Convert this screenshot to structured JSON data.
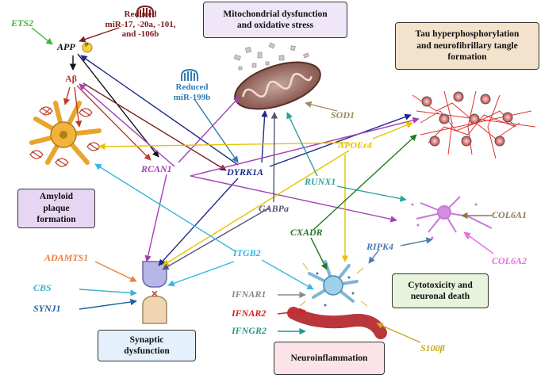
{
  "boxes": {
    "mito": "Mitochondrial dysfunction\nand oxidative stress",
    "tau": "Tau hyperphosphorylation\nand neurofibrillary tangle\nformation",
    "amyloid": "Amyloid\nplaque\nformation",
    "cyto": "Cytotoxicity and\nneuronal death",
    "synaptic": "Synaptic\ndysfunction",
    "neuro": "Neuroinflammation"
  },
  "mirnas": {
    "left": "Reduced\nmiR-17, -20a, -101,\nand -106b",
    "mid": "Reduced\nmiR-199b"
  },
  "genes": {
    "ets2": "ETS2",
    "app": "APP",
    "p": "P",
    "abeta": "Aβ",
    "rcan1": "RCAN1",
    "dyrk1a": "DYRK1A",
    "sod1": "SOD1",
    "apoe": "APOEε4",
    "runx1": "RUNX1",
    "gabpa": "GABPa",
    "cxadr": "CXADR",
    "itgb2": "ITGB2",
    "ripk4": "RIPK4",
    "col6a1": "COL6A1",
    "col6a2": "COL6A2",
    "adamts1": "ADAMTS1",
    "cbs": "CBS",
    "synj1": "SYNJ1",
    "ifnar1": "IFNAR1",
    "ifnar2": "IFNAR2",
    "ifngr2": "IFNGR2",
    "s100b": "S100β"
  },
  "colors": {
    "ets2": "#3cb43c",
    "app": "#111111",
    "abeta": "#c0392b",
    "mir_left": "#7b1c1c",
    "mir_mid": "#2f7bb5",
    "rcan1": "#a23fb5",
    "dyrk1a": "#1d2a8c",
    "sod1": "#a08a5a",
    "apoe": "#e6c200",
    "runx1": "#2aa198",
    "gabpa": "#555577",
    "cxadr": "#207a20",
    "itgb2": "#36b6e0",
    "ripk4": "#4a7ab5",
    "col6a1": "#8a7a4a",
    "col6a2": "#e56fe0",
    "adamts1": "#e8803a",
    "cbs": "#3ab0d0",
    "synj1": "#1f5fa0",
    "ifnar1": "#888888",
    "ifnar2": "#d62020",
    "ifngr2": "#1e9a8a",
    "s100b": "#c8a820"
  }
}
